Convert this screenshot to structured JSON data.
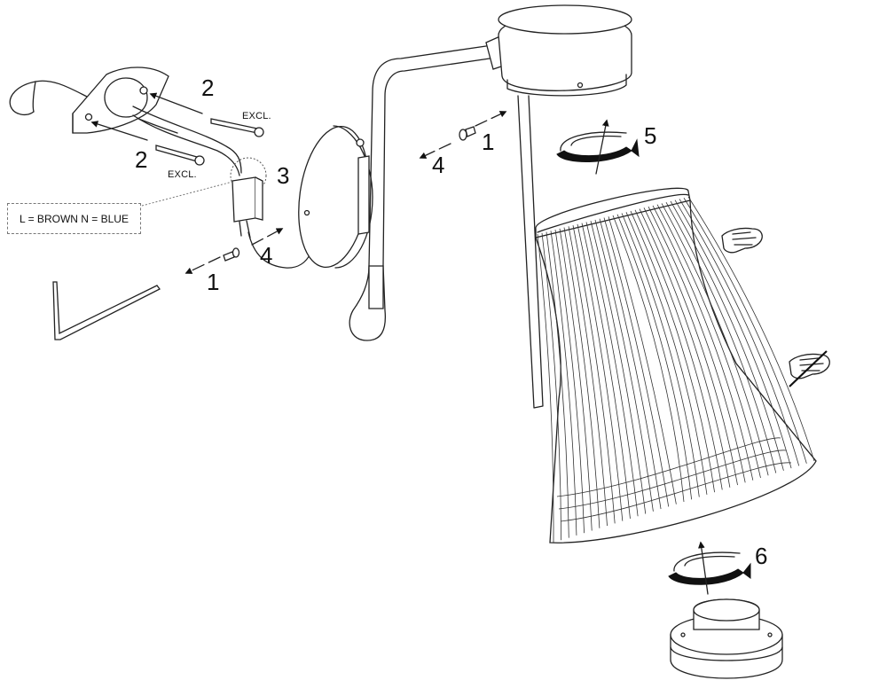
{
  "labels": {
    "step_1": "1",
    "step_2": "2",
    "step_3": "3",
    "step_4": "4",
    "step_5": "5",
    "step_6": "6",
    "excl": "EXCL.",
    "wiring": "L = BROWN N = BLUE"
  },
  "icons": [
    "hex-key-icon",
    "screw-icon",
    "wire-connector-icon",
    "hand-allowed-icon",
    "hand-crossed-out-icon",
    "rotate-arrows-icon"
  ]
}
